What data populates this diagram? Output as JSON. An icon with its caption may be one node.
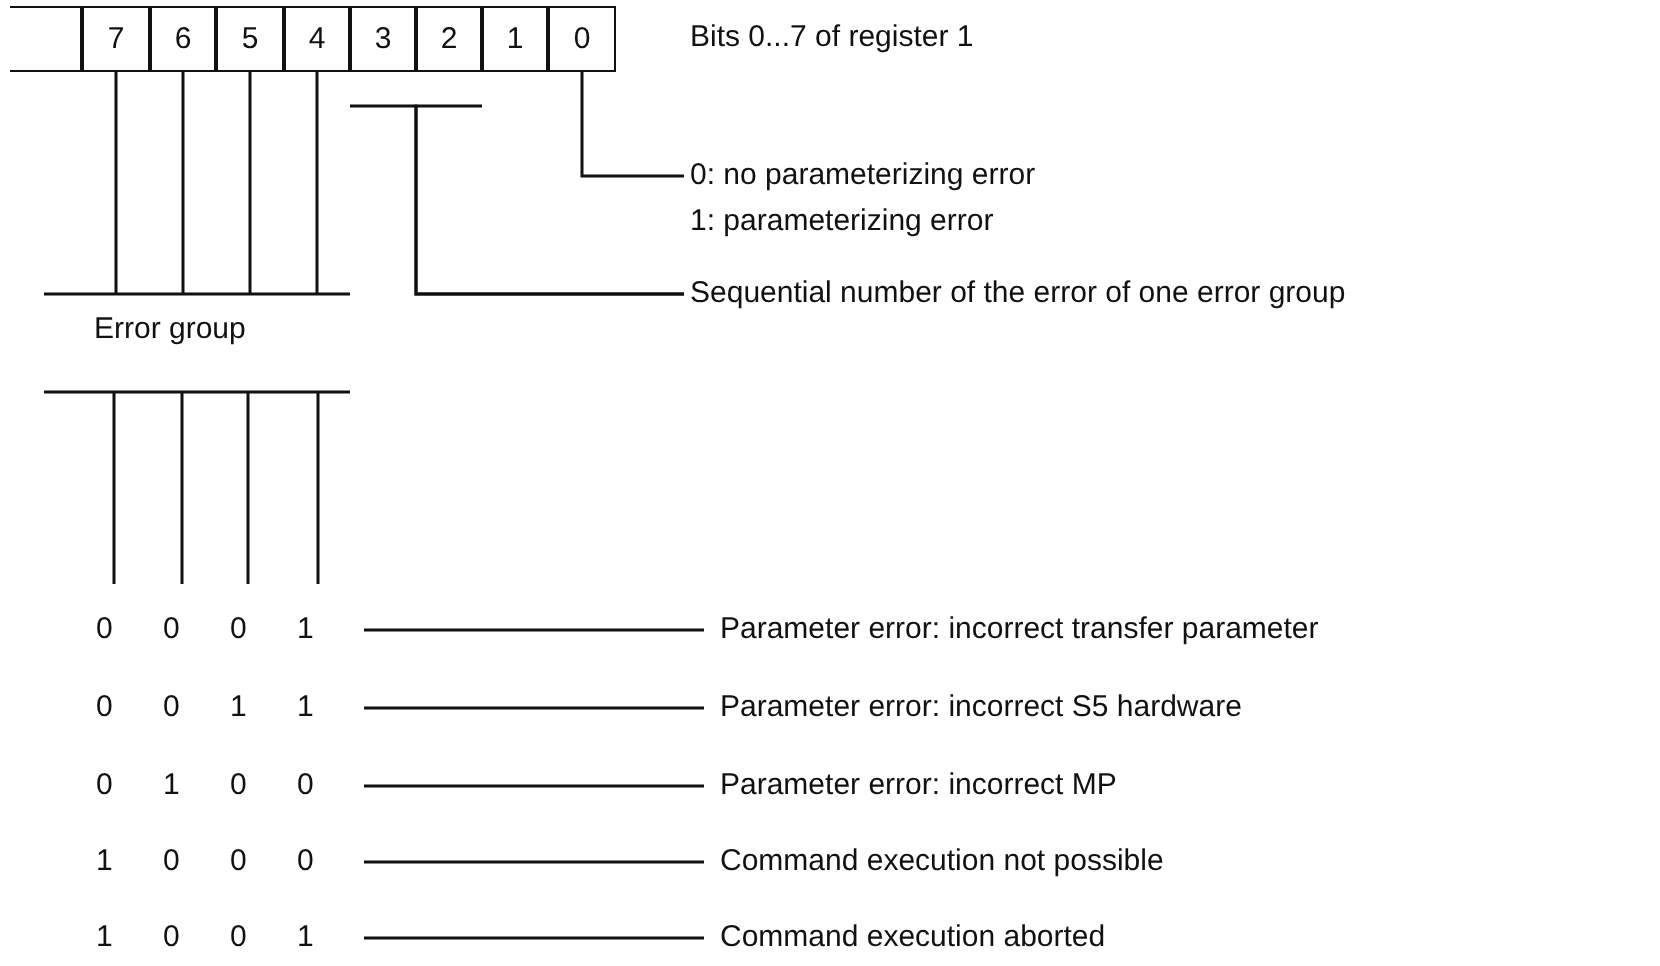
{
  "diagram": {
    "nodes": [
      {
        "text": [],
        "shape": "box"
      },
      {
        "text": [
          "7"
        ]
      },
      {
        "text": [
          "6"
        ]
      },
      {
        "text": [
          "5"
        ]
      },
      {
        "text": [
          "4"
        ]
      },
      {
        "text": [
          "3"
        ]
      },
      {
        "text": [
          "2"
        ]
      },
      {
        "text": [
          "1"
        ]
      },
      {
        "text": [
          "0"
        ]
      },
      {
        "text": [
          "0: no parameterizing error",
          "1: parameterizing error"
        ]
      },
      {
        "text": [
          "Sequential number of the error of one error group"
        ]
      },
      {
        "text": [
          "Error group"
        ]
      },
      {
        "text": [
          "0 0 0 1"
        ]
      },
      {
        "text": [
          "0 0 1 1"
        ]
      },
      {
        "text": [
          "0 1 0 0"
        ]
      },
      {
        "text": [
          "1 0 0 0"
        ]
      },
      {
        "text": [
          "1 0 0 1"
        ]
      },
      {
        "text": [
          "Parameter error: incorrect transfer parameter"
        ]
      },
      {
        "text": [
          "Parameter error: incorrect S5 hardware"
        ]
      },
      {
        "text": [
          "Parameter error: incorrect MP"
        ]
      },
      {
        "text": [
          "Command execution not possible"
        ]
      },
      {
        "text": [
          "Command execution aborted"
        ]
      }
    ],
    "edges": [
      {
        "from": 8,
        "to": 9,
        "arrow": "none"
      },
      {
        "from": 5,
        "to": 10,
        "arrow": "none"
      },
      {
        "from": 6,
        "to": 10,
        "arrow": "none"
      },
      {
        "from": 1,
        "to": 11,
        "arrow": "none"
      },
      {
        "from": 2,
        "to": 11,
        "arrow": "none"
      },
      {
        "from": 3,
        "to": 11,
        "arrow": "none"
      },
      {
        "from": 4,
        "to": 11,
        "arrow": "none"
      },
      {
        "from": 11,
        "to": 12,
        "arrow": "none"
      },
      {
        "from": 12,
        "to": 17,
        "arrow": "none"
      },
      {
        "from": 13,
        "to": 18,
        "arrow": "none"
      },
      {
        "from": 14,
        "to": 19,
        "arrow": "none"
      },
      {
        "from": 15,
        "to": 20,
        "arrow": "none"
      },
      {
        "from": 16,
        "to": 21,
        "arrow": "none"
      }
    ],
    "labels": [
      "Bits 0...7 of register 1"
    ]
  }
}
